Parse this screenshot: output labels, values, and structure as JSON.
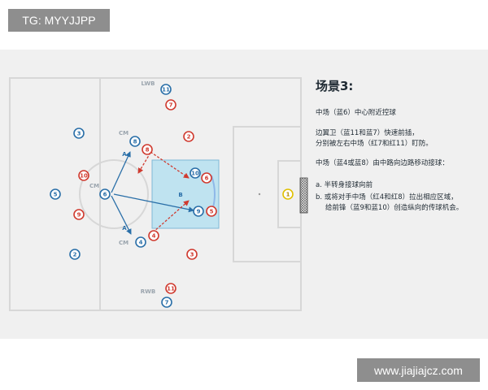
{
  "badge": "TG: MYYJJPP",
  "watermark": "www.jiajiajcz.com",
  "scene": {
    "title": "场景3:",
    "lines": [
      "中场（蓝6）中心附近控球",
      "边翼卫（蓝11和蓝7）快速前插，",
      "分别被左右中场（红7和红11）盯防。",
      "中场（蓝4或蓝8）由中路向边路移动接球：",
      "a. 半转身接球向前",
      "b. 或将对手中场（红4和红8）拉出相应区域，",
      "给前锋（蓝9和蓝10）创造纵向的传球机会。"
    ]
  },
  "labels": {
    "lwb": "LWB",
    "rwb": "RWB",
    "cm_top": "CM",
    "cm_bottom": "CM",
    "cm_left": "CM",
    "arrow_a_top": "A",
    "arrow_a_bottom": "A",
    "arrow_b": "B"
  },
  "colors": {
    "blue": "#2a6fa8",
    "red": "#d03a2f",
    "zone": "#bfe3f0"
  },
  "players": {
    "blue": [
      {
        "num": "3"
      },
      {
        "num": "5"
      },
      {
        "num": "2"
      },
      {
        "num": "6"
      },
      {
        "num": "8"
      },
      {
        "num": "4"
      },
      {
        "num": "11"
      },
      {
        "num": "7"
      },
      {
        "num": "9"
      },
      {
        "num": "10"
      }
    ],
    "red": [
      {
        "num": "10"
      },
      {
        "num": "9"
      },
      {
        "num": "7"
      },
      {
        "num": "2"
      },
      {
        "num": "8"
      },
      {
        "num": "4"
      },
      {
        "num": "6"
      },
      {
        "num": "5"
      },
      {
        "num": "3"
      },
      {
        "num": "11"
      }
    ],
    "goalkeeper": {
      "num": "1"
    }
  }
}
